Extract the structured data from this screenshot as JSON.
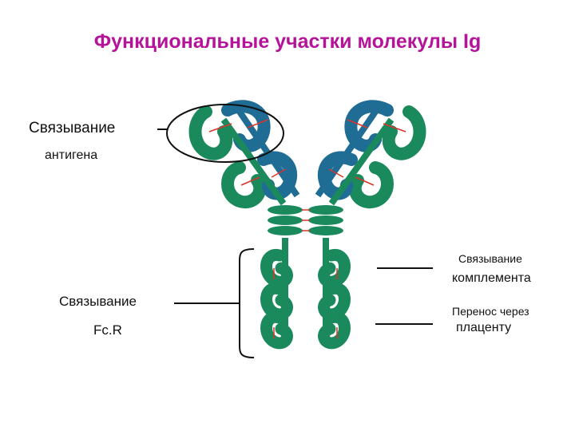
{
  "title": "Функциональные участки молекулы Ig",
  "labels": {
    "antigen_line1": "Связывание",
    "antigen_line2": "антигена",
    "complement_line1": "Связывание",
    "complement_line2": "комплемента",
    "fcr_line1": "Связывание",
    "fcr_line2": "Fc.R",
    "placenta_line1": "Перенос через",
    "placenta_line2": "плаценту"
  },
  "colors": {
    "title": "#b5149a",
    "heavy_chain": "#1a8a5c",
    "light_chain": "#1f6d94",
    "disulfide_bond": "#d9342b",
    "lines": "#111111"
  }
}
